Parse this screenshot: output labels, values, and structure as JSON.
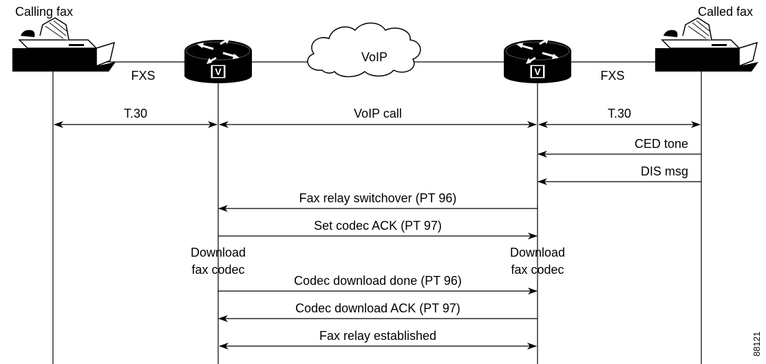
{
  "endpoints": {
    "calling_fax": "Calling fax",
    "called_fax": "Called fax",
    "cloud_label": "VoIP",
    "left_interface": "FXS",
    "right_interface": "FXS",
    "router_badge_left": "V",
    "router_badge_right": "V"
  },
  "segments": {
    "left": "T.30",
    "middle": "VoIP call",
    "right": "T.30"
  },
  "messages": [
    {
      "label": "CED tone",
      "from": "called-fax",
      "to": "right-gateway"
    },
    {
      "label": "DIS msg",
      "from": "called-fax",
      "to": "right-gateway"
    },
    {
      "label": "Fax relay switchover (PT 96)",
      "from": "right-gateway",
      "to": "left-gateway"
    },
    {
      "label": "Set codec ACK (PT 97)",
      "from": "left-gateway",
      "to": "right-gateway"
    },
    {
      "label": "Codec download done (PT 96)",
      "from": "left-gateway",
      "to": "right-gateway"
    },
    {
      "label": "Codec download ACK (PT 97)",
      "from": "right-gateway",
      "to": "left-gateway"
    },
    {
      "label": "Fax relay established",
      "from": "left-gateway",
      "to": "right-gateway",
      "bidirectional": true
    }
  ],
  "notes": {
    "left_download_line1": "Download",
    "left_download_line2": "fax codec",
    "right_download_line1": "Download",
    "right_download_line2": "fax codec"
  },
  "figure_id": "88121"
}
